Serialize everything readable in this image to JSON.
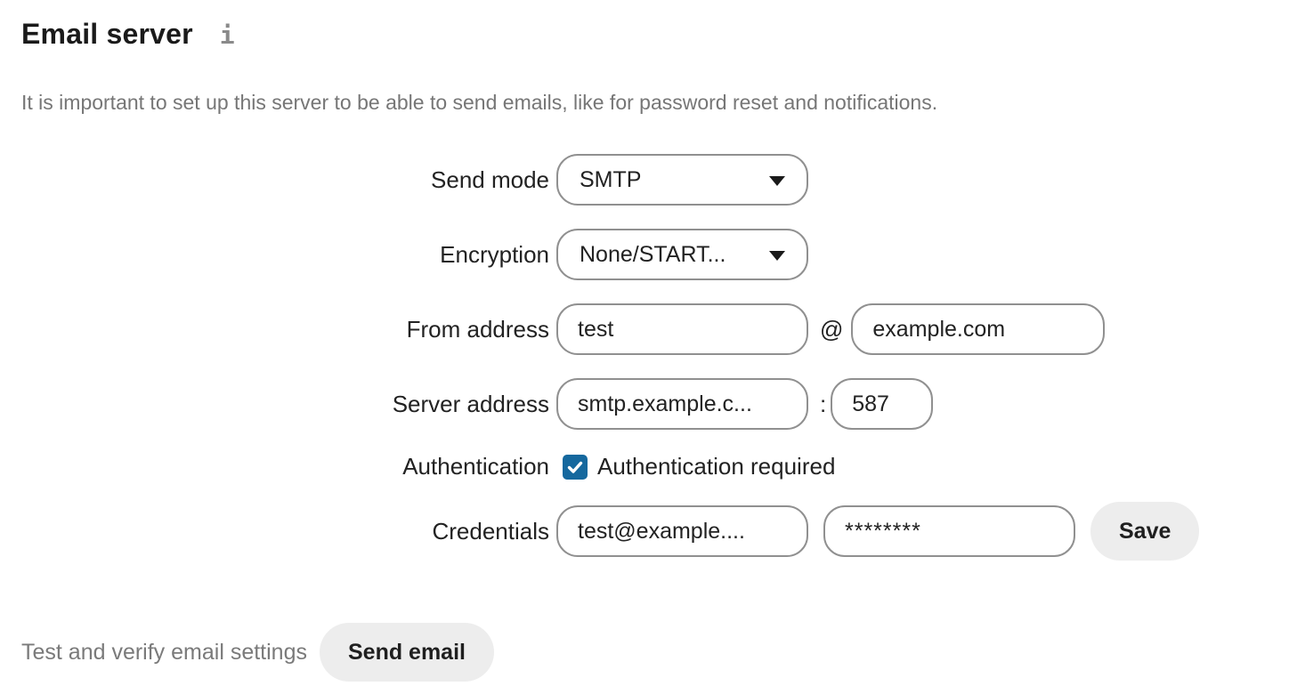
{
  "header": {
    "title": "Email server",
    "info_icon_glyph": "i"
  },
  "description": "It is important to set up this server to be able to send emails, like for password reset and notifications.",
  "form": {
    "send_mode": {
      "label": "Send mode",
      "value": "SMTP"
    },
    "encryption": {
      "label": "Encryption",
      "value": "None/START..."
    },
    "from_address": {
      "label": "From address",
      "local_part": "test",
      "separator": "@",
      "domain": "example.com"
    },
    "server_address": {
      "label": "Server address",
      "host": "smtp.example.c...",
      "separator": ":",
      "port": "587"
    },
    "authentication": {
      "label": "Authentication",
      "checked": "true",
      "checkbox_label": "Authentication required"
    },
    "credentials": {
      "label": "Credentials",
      "username": "test@example....",
      "password_masked": "********",
      "save_label": "Save"
    }
  },
  "test_section": {
    "label": "Test and verify email settings",
    "button_label": "Send email"
  },
  "colors": {
    "checkbox_blue": "#15689e",
    "input_border": "#909090",
    "button_bg": "#ededed",
    "text_dark": "#222222",
    "text_muted": "#767676"
  }
}
